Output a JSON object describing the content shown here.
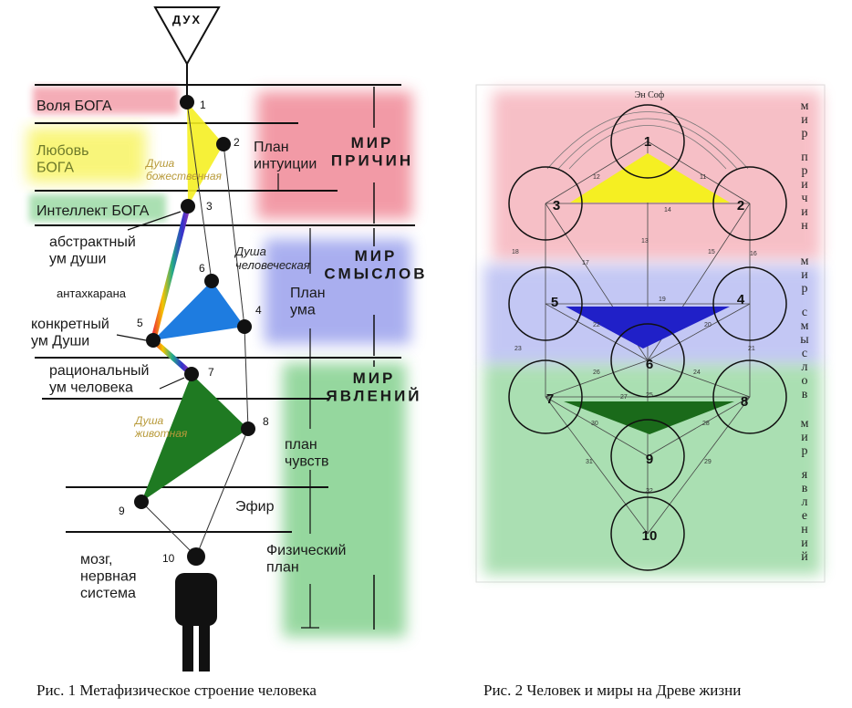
{
  "fig1": {
    "spirit": "ДУХ",
    "levels": {
      "will": "Воля БОГА",
      "love": "Любовь\nБОГА",
      "intellect": "Интеллект БОГА",
      "abstract_mind": "абстрактный\nум души",
      "antahkarana": "антахкарана",
      "concrete_mind": "конкретный\nум Души",
      "rational_mind": "рациональный\nум человека",
      "ether": "Эфир",
      "brain": "мозг,\nнервная\nсистема"
    },
    "souls": {
      "divine": "Душа\nбожественная",
      "human": "Душа\nчеловеческая",
      "animal": "Душа\nживотная"
    },
    "planes": {
      "intuition": "План\nинтуиции",
      "mind": "План\nума",
      "feelings": "план\nчувств",
      "physical": "Физический\nплан"
    },
    "worlds": {
      "causes": "МИР\nПРИЧИН",
      "meanings": "МИР\nСМЫСЛОВ",
      "manifestations": "МИР\nЯВЛЕНИЙ"
    },
    "points": [
      "1",
      "2",
      "3",
      "4",
      "5",
      "6",
      "7",
      "8",
      "9",
      "10"
    ],
    "caption": "Рис. 1 Метафизическое строение человека"
  },
  "fig2": {
    "top_label": "Эн Соф",
    "sefirot": [
      "1",
      "2",
      "3",
      "4",
      "5",
      "6",
      "7",
      "8",
      "9",
      "10"
    ],
    "worlds": {
      "causes": "мир\nпричин",
      "meanings": "мир\nсмыслов",
      "manifestations": "мир\nявлений"
    },
    "paths": [
      "11",
      "12",
      "13",
      "14",
      "15",
      "16",
      "17",
      "18",
      "19",
      "20",
      "21",
      "22",
      "23",
      "24",
      "25",
      "26",
      "27",
      "28",
      "29",
      "30",
      "31",
      "32"
    ],
    "caption": "Рис. 2 Человек и миры на Древе жизни"
  },
  "colors": {
    "red_zone": "#e8485f",
    "blue_zone": "#5560e0",
    "green_zone": "#2fb040",
    "yellow": "#f5ef22",
    "blue_tri": "#1e7ce0",
    "green_tri": "#1f7a22",
    "dark_blue_tri": "#2020c8",
    "dark_green_tri": "#1a6a1a"
  },
  "icons": [
    "person-icon",
    "spirit-triangle-icon"
  ]
}
